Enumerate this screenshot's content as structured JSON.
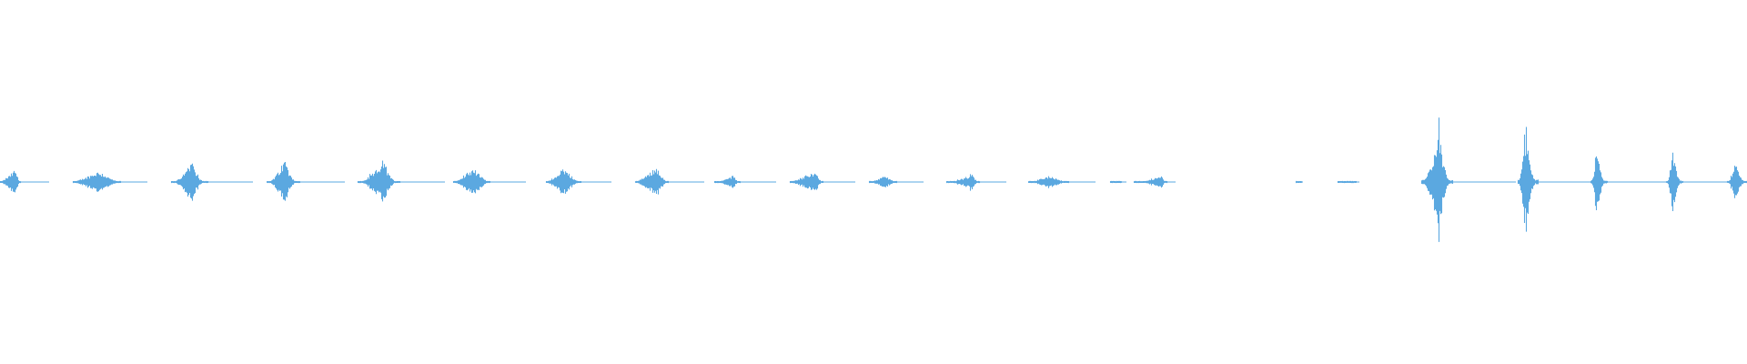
{
  "waveform": {
    "color": "#5BA8E0",
    "background": "#ffffff",
    "clips": [
      {
        "peak": 0.1
      },
      {
        "peak": 0.09
      },
      {
        "peak": 0.16
      },
      {
        "peak": 0.18
      },
      {
        "peak": 0.17
      },
      {
        "peak": 0.12
      },
      {
        "peak": 0.11
      },
      {
        "peak": 0.12
      },
      {
        "peak": 0.06
      },
      {
        "peak": 0.09
      },
      {
        "peak": 0.05
      },
      {
        "peak": 0.07
      },
      {
        "peak": 0.05
      },
      {
        "peak": 0.01
      },
      {
        "peak": 0.05
      },
      {
        "peak": 0.01
      },
      {
        "peak": 0.01
      },
      {
        "peak": 0.43
      },
      {
        "peak": 0.44
      },
      {
        "peak": 0.28
      },
      {
        "peak": 0.26
      },
      {
        "peak": 0.16
      }
    ]
  }
}
